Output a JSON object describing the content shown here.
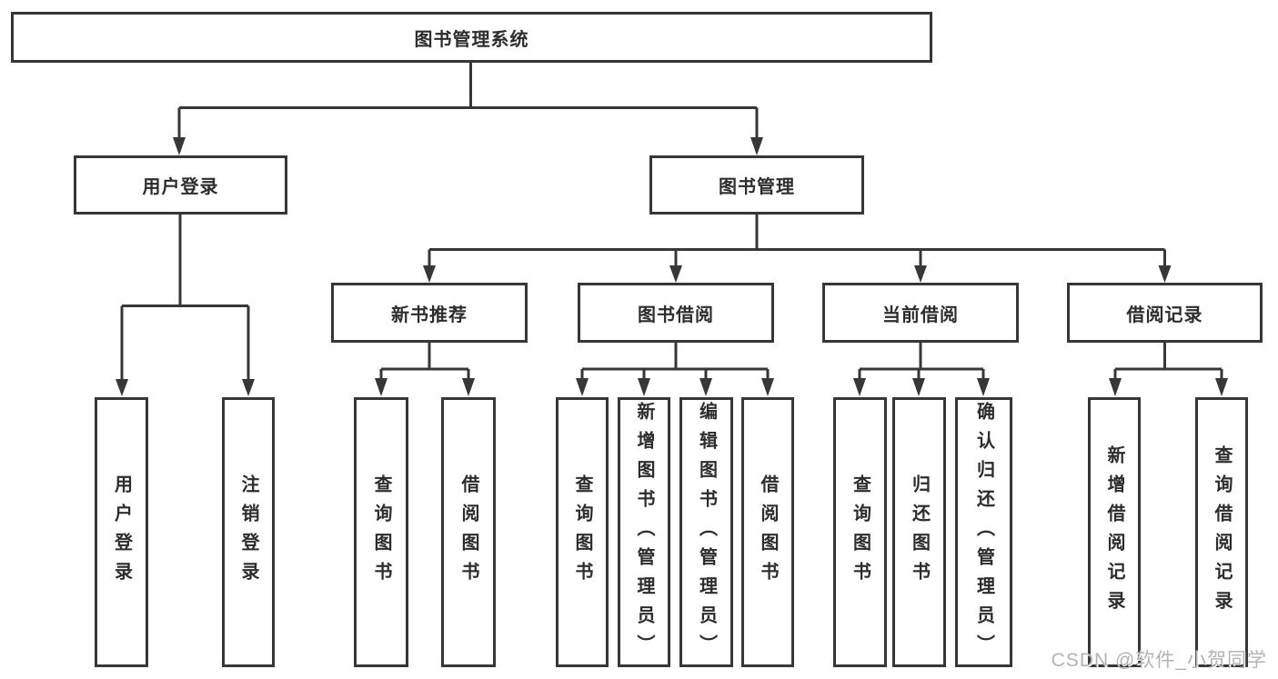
{
  "diagram_title": "图书管理系统",
  "tree": {
    "label": "图书管理系统",
    "children": [
      {
        "label": "用户登录",
        "children": [
          {
            "label": "用户登录"
          },
          {
            "label": "注销登录"
          }
        ]
      },
      {
        "label": "图书管理",
        "children": [
          {
            "label": "新书推荐",
            "children": [
              {
                "label": "查询图书"
              },
              {
                "label": "借阅图书"
              }
            ]
          },
          {
            "label": "图书借阅",
            "children": [
              {
                "label": "查询图书"
              },
              {
                "label": "新增图书（管理员）"
              },
              {
                "label": "编辑图书（管理员）"
              },
              {
                "label": "借阅图书"
              }
            ]
          },
          {
            "label": "当前借阅",
            "children": [
              {
                "label": "查询图书"
              },
              {
                "label": "归还图书"
              },
              {
                "label": "确认归还（管理员）"
              }
            ]
          },
          {
            "label": "借阅记录",
            "children": [
              {
                "label": "新增借阅记录"
              },
              {
                "label": "查询借阅记录"
              }
            ]
          }
        ]
      }
    ]
  },
  "watermark": {
    "text": "CSDN @软件_小贺同学"
  },
  "colors": {
    "line": "#373737",
    "text": "#2d2d2d",
    "watermark": "#b3b3b3",
    "background": "#ffffff"
  }
}
